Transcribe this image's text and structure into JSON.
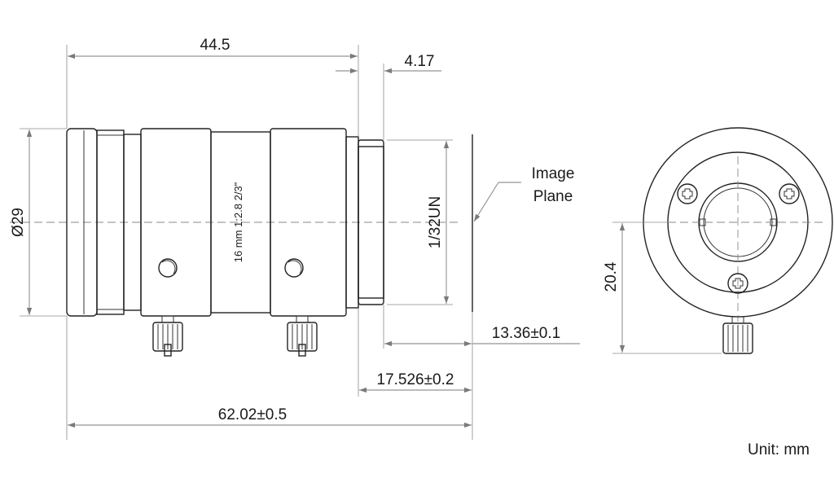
{
  "dimensions": {
    "length_front": "44.5",
    "flange_offset": "4.17",
    "diameter": "Ø29",
    "thread": "1/32UN",
    "back_focal": "13.36±0.1",
    "flange_distance": "17.526±0.2",
    "total_length": "62.02±0.5",
    "screw_height": "20.4"
  },
  "lens_marking": "16 mm  1:2.8  2/3\"",
  "image_plane_label": [
    "Image",
    "Plane"
  ],
  "unit_note": "Unit: mm",
  "colors": {
    "outline": "#222222",
    "dimension": "#7a7a7a",
    "background": "#ffffff"
  }
}
